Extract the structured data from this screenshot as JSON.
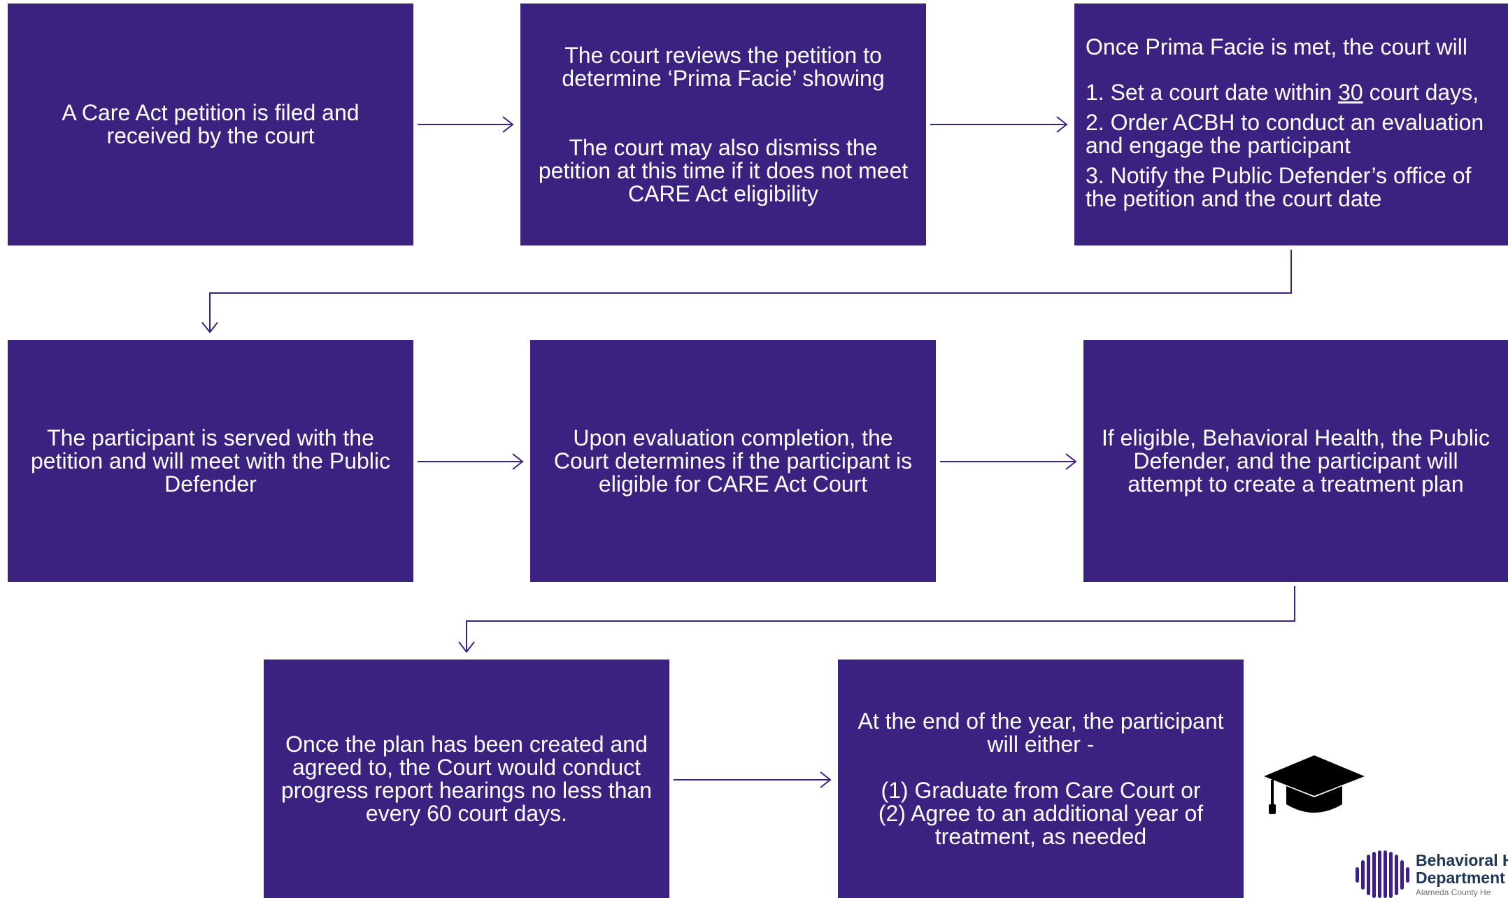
{
  "colors": {
    "box_fill": "#3b2280",
    "arrow": "#3b2280",
    "text": "#ffffff"
  },
  "steps": {
    "s1": {
      "text": "A Care Act petition is filed and received by the court"
    },
    "s2": {
      "line1": "The court reviews the petition to determine ‘Prima Facie’ showing",
      "line2": "The court may also dismiss the petition at this time if it does not meet CARE Act eligibility"
    },
    "s3": {
      "intro": "Once Prima Facie is met, the court will",
      "item1_prefix": "1. Set a court date within ",
      "item1_number": "30",
      "item1_suffix": " court days,",
      "item2": "2. Order ACBH to conduct an evaluation and engage the participant",
      "item3": "3. Notify the Public Defender’s office of the petition and the court date"
    },
    "s4": {
      "text": "The participant is served with the petition and will meet with the Public Defender"
    },
    "s5": {
      "text": "Upon evaluation completion, the Court determines if the participant is eligible for CARE Act Court"
    },
    "s6": {
      "text": "If eligible, Behavioral Health, the Public Defender, and the participant will attempt to create a treatment plan"
    },
    "s7": {
      "text": "Once the plan has been created and agreed to, the Court would conduct progress report hearings no less than every 60 court days."
    },
    "s8": {
      "intro": "At the end of the year, the participant will either -",
      "option1": "(1) Graduate from Care Court or",
      "option2": "(2) Agree to an additional year of treatment, as needed"
    }
  },
  "icons": {
    "graduation": "graduation-cap-icon",
    "logo_mark": "behavioral-health-logo-icon"
  },
  "logo": {
    "line1": "Behavioral H",
    "line2": "Department",
    "line3": "Alameda County He"
  }
}
